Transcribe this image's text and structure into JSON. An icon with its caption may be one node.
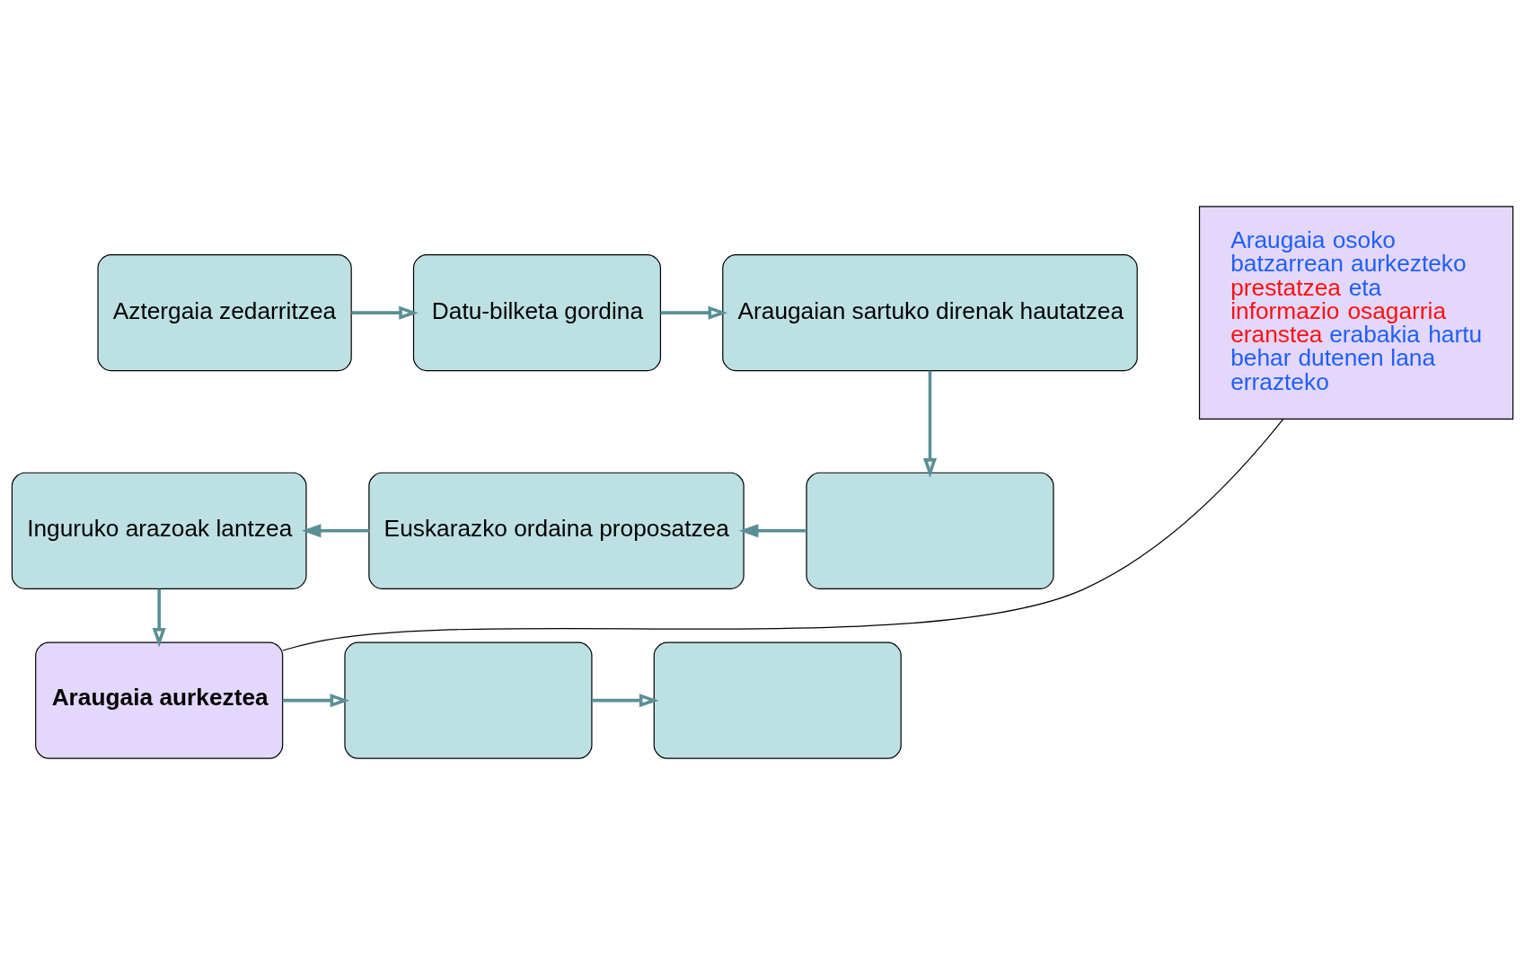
{
  "diagram": {
    "nodes": [
      {
        "text": [
          "Aztergaia zedarritzea"
        ]
      },
      {
        "text": [
          "Datu-bilketa gordina"
        ]
      },
      {
        "text": [
          "Araugaian sartuko direnak hautatzea"
        ]
      },
      {
        "text": [],
        "shape": "box"
      },
      {
        "text": [
          "Euskarazko ordaina proposatzea"
        ]
      },
      {
        "text": [
          "Inguruko arazoak lantzea"
        ]
      },
      {
        "text": [
          "Araugaia aurkeztea"
        ]
      },
      {
        "text": [],
        "shape": "box"
      },
      {
        "text": [],
        "shape": "box"
      },
      {
        "text": [
          "Araugaia osoko batzarrean aurkezteko",
          "prestatzea",
          "eta",
          "informazio osagarria eranstea",
          "erabakia hartu behar dutenen lana errazteko"
        ]
      }
    ],
    "edges": [
      {
        "from": 0,
        "to": 1,
        "arrow": "to"
      },
      {
        "from": 1,
        "to": 2,
        "arrow": "to"
      },
      {
        "from": 2,
        "to": 3,
        "arrow": "to"
      },
      {
        "from": 3,
        "to": 4,
        "arrow": "to"
      },
      {
        "from": 4,
        "to": 5,
        "arrow": "to"
      },
      {
        "from": 5,
        "to": 6,
        "arrow": "to"
      },
      {
        "from": 6,
        "to": 7,
        "arrow": "to"
      },
      {
        "from": 7,
        "to": 8,
        "arrow": "to"
      },
      {
        "from": 9,
        "to": 6,
        "arrow": "none",
        "color": "#000000"
      }
    ]
  }
}
